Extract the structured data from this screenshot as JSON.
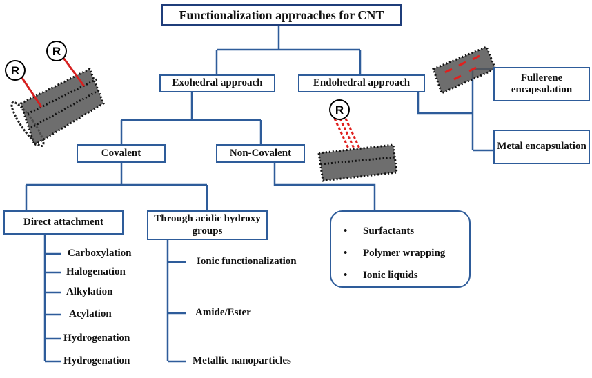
{
  "title": "Functionalization approaches for CNT",
  "nodes": {
    "exohedral": "Exohedral approach",
    "endohedral": "Endohedral approach",
    "covalent": "Covalent",
    "non_covalent": "Non-Covalent",
    "direct_attachment": "Direct attachment",
    "acidic_hydroxy": "Through acidic hydroxy groups",
    "fullerene_encapsulation": "Fullerene encapsulation",
    "metal_encapsulation": "Metal encapsulation"
  },
  "direct_attachment_items": [
    "Carboxylation",
    "Halogenation",
    "Alkylation",
    "Acylation",
    "Hydrogenation",
    "Hydrogenation"
  ],
  "acidic_hydroxy_items": [
    "Ionic functionalization",
    "Amide/Ester",
    "Metallic nanoparticles"
  ],
  "non_covalent_items": [
    "Surfactants",
    "Polymer wrapping",
    "Ionic liquids"
  ],
  "bullet_symbol": "•",
  "illustration_label": "R",
  "colors": {
    "border": "#2e5c9a",
    "title_border": "#1f3d7a",
    "connector": "#2e5c9a",
    "tube": "#222222",
    "bond": "#d62020",
    "dash_bond": "#e0201e"
  }
}
